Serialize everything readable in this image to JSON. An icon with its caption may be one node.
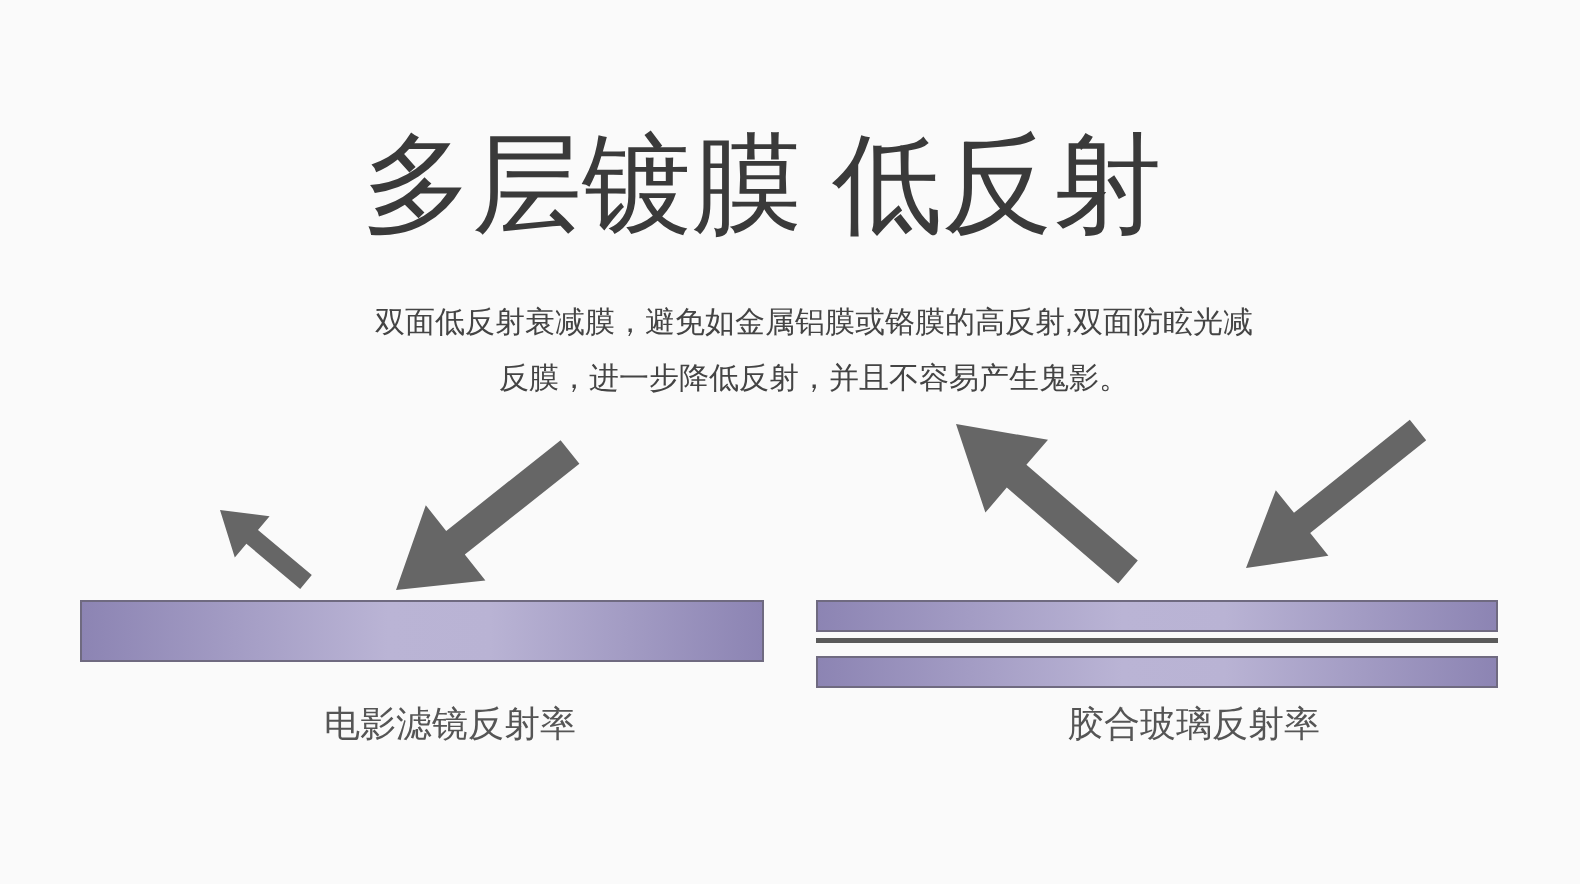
{
  "diagram": {
    "title": "多层镀膜 低反射",
    "nodes": [
      {
        "text": [],
        "shape": "bar",
        "beside": [
          "电影滤镜反射率"
        ]
      },
      {
        "text": [],
        "shape": "bar",
        "beside": [
          "胶合玻璃反射率"
        ]
      }
    ],
    "labels": [
      "双面低反射衰减膜，避免如金属铝膜或铬膜的高反射,双面防眩光减反膜，进一步降低反射，并且不容易产生鬼影。"
    ]
  }
}
